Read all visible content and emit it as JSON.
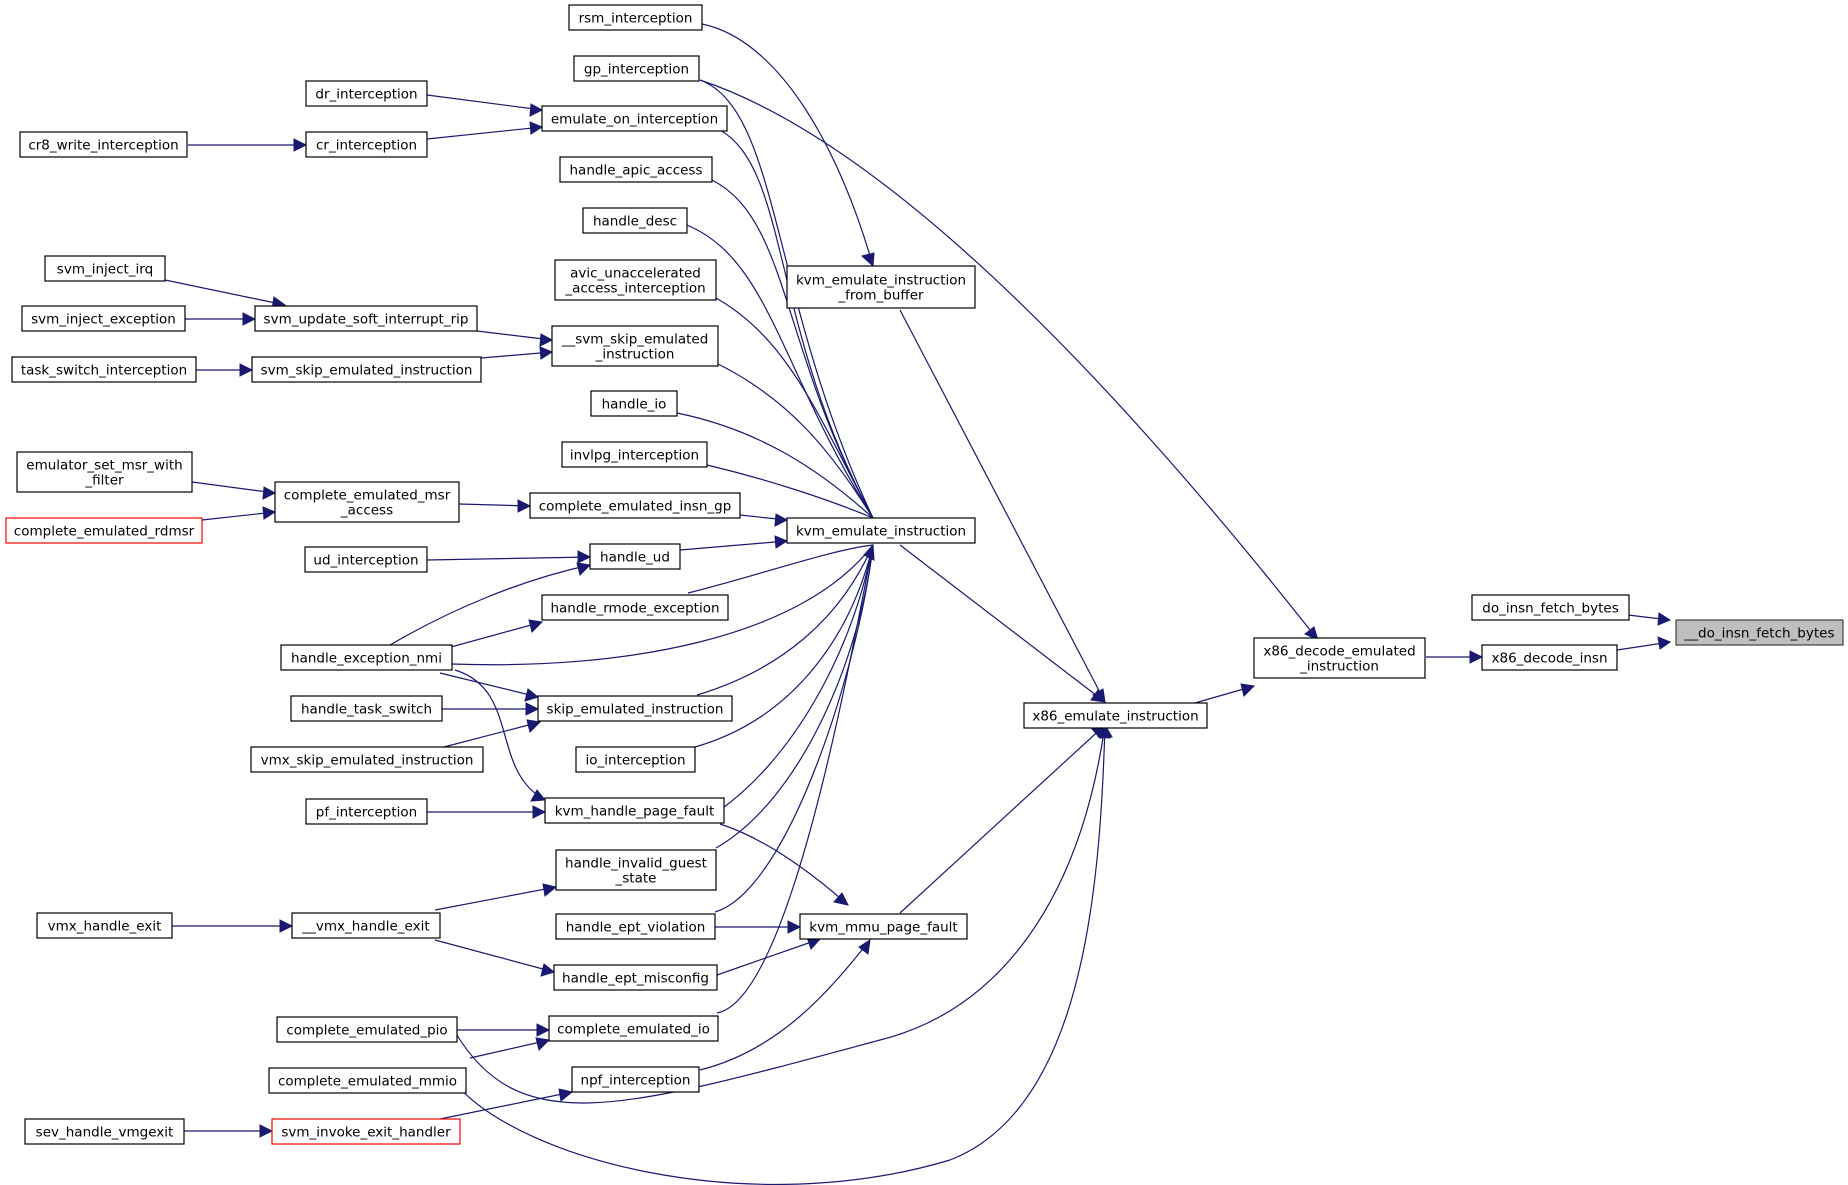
{
  "colors": {
    "edge": "#191970",
    "node_border": "#000000",
    "node_border_truncated": "#ff0000",
    "root_fill": "#bfbfbf"
  },
  "nodes": {
    "do_insn_fetch_bytes_root": {
      "lines": [
        "__do_insn_fetch_bytes"
      ]
    },
    "do_insn_fetch_bytes": {
      "lines": [
        "do_insn_fetch_bytes"
      ]
    },
    "x86_decode_insn": {
      "lines": [
        "x86_decode_insn"
      ]
    },
    "x86_decode_emulated_instruction": {
      "lines": [
        "x86_decode_emulated",
        "_instruction"
      ]
    },
    "x86_emulate_instruction": {
      "lines": [
        "x86_emulate_instruction"
      ]
    },
    "kvm_emulate_instruction_from_buffer": {
      "lines": [
        "kvm_emulate_instruction",
        "_from_buffer"
      ]
    },
    "kvm_emulate_instruction": {
      "lines": [
        "kvm_emulate_instruction"
      ]
    },
    "kvm_mmu_page_fault": {
      "lines": [
        "kvm_mmu_page_fault"
      ]
    },
    "rsm_interception": {
      "lines": [
        "rsm_interception"
      ]
    },
    "gp_interception": {
      "lines": [
        "gp_interception"
      ]
    },
    "emulate_on_interception": {
      "lines": [
        "emulate_on_interception"
      ]
    },
    "handle_apic_access": {
      "lines": [
        "handle_apic_access"
      ]
    },
    "handle_desc": {
      "lines": [
        "handle_desc"
      ]
    },
    "avic_unaccelerated_access_interception": {
      "lines": [
        "avic_unaccelerated",
        "_access_interception"
      ]
    },
    "svm_skip_emulated_instruction_inner": {
      "lines": [
        "__svm_skip_emulated",
        "_instruction"
      ]
    },
    "handle_io": {
      "lines": [
        "handle_io"
      ]
    },
    "invlpg_interception": {
      "lines": [
        "invlpg_interception"
      ]
    },
    "complete_emulated_insn_gp": {
      "lines": [
        "complete_emulated_insn_gp"
      ]
    },
    "handle_ud": {
      "lines": [
        "handle_ud"
      ]
    },
    "handle_rmode_exception": {
      "lines": [
        "handle_rmode_exception"
      ]
    },
    "skip_emulated_instruction": {
      "lines": [
        "skip_emulated_instruction"
      ]
    },
    "io_interception": {
      "lines": [
        "io_interception"
      ]
    },
    "kvm_handle_page_fault": {
      "lines": [
        "kvm_handle_page_fault"
      ]
    },
    "handle_invalid_guest_state": {
      "lines": [
        "handle_invalid_guest",
        "_state"
      ]
    },
    "handle_ept_violation": {
      "lines": [
        "handle_ept_violation"
      ]
    },
    "handle_ept_misconfig": {
      "lines": [
        "handle_ept_misconfig"
      ]
    },
    "complete_emulated_io": {
      "lines": [
        "complete_emulated_io"
      ]
    },
    "npf_interception": {
      "lines": [
        "npf_interception"
      ]
    },
    "dr_interception": {
      "lines": [
        "dr_interception"
      ]
    },
    "cr_interception": {
      "lines": [
        "cr_interception"
      ]
    },
    "cr8_write_interception": {
      "lines": [
        "cr8_write_interception"
      ]
    },
    "svm_inject_irq": {
      "lines": [
        "svm_inject_irq"
      ]
    },
    "svm_inject_exception": {
      "lines": [
        "svm_inject_exception"
      ]
    },
    "svm_update_soft_interrupt_rip": {
      "lines": [
        "svm_update_soft_interrupt_rip"
      ]
    },
    "task_switch_interception": {
      "lines": [
        "task_switch_interception"
      ]
    },
    "svm_skip_emulated_instruction": {
      "lines": [
        "svm_skip_emulated_instruction"
      ]
    },
    "emulator_set_msr_with_filter": {
      "lines": [
        "emulator_set_msr_with",
        "_filter"
      ]
    },
    "complete_emulated_msr_access": {
      "lines": [
        "complete_emulated_msr",
        "_access"
      ]
    },
    "complete_emulated_rdmsr": {
      "lines": [
        "complete_emulated_rdmsr"
      ]
    },
    "ud_interception": {
      "lines": [
        "ud_interception"
      ]
    },
    "handle_exception_nmi": {
      "lines": [
        "handle_exception_nmi"
      ]
    },
    "handle_task_switch": {
      "lines": [
        "handle_task_switch"
      ]
    },
    "vmx_skip_emulated_instruction": {
      "lines": [
        "vmx_skip_emulated_instruction"
      ]
    },
    "pf_interception": {
      "lines": [
        "pf_interception"
      ]
    },
    "vmx_handle_exit": {
      "lines": [
        "vmx_handle_exit"
      ]
    },
    "vmx_handle_exit_inner": {
      "lines": [
        "__vmx_handle_exit"
      ]
    },
    "complete_emulated_pio": {
      "lines": [
        "complete_emulated_pio"
      ]
    },
    "complete_emulated_mmio": {
      "lines": [
        "complete_emulated_mmio"
      ]
    },
    "sev_handle_vmgexit": {
      "lines": [
        "sev_handle_vmgexit"
      ]
    },
    "svm_invoke_exit_handler": {
      "lines": [
        "svm_invoke_exit_handler"
      ]
    }
  }
}
